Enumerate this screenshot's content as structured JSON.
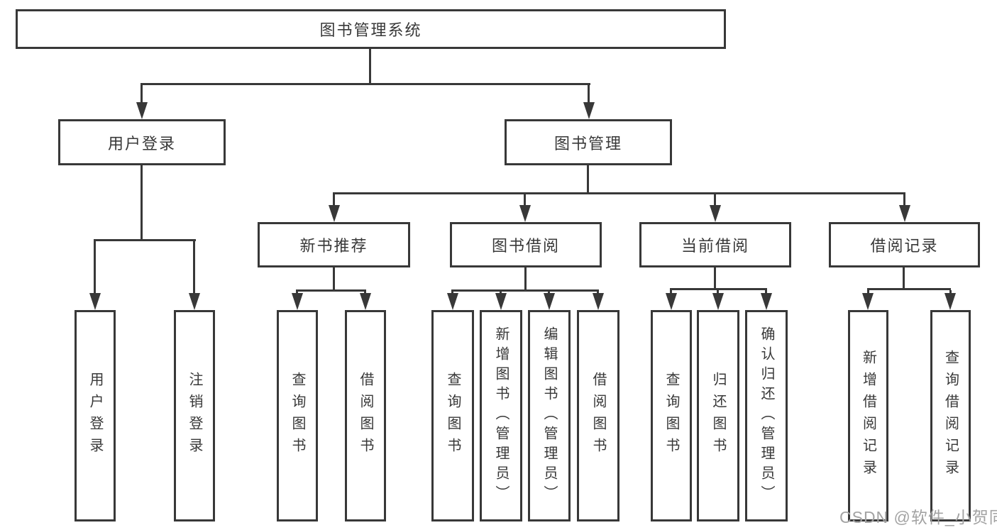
{
  "tree": {
    "root": "图书管理系统",
    "branches": [
      {
        "label": "用户登录",
        "children": [
          "用户登录",
          "注销登录"
        ]
      },
      {
        "label": "图书管理",
        "children": [
          {
            "label": "新书推荐",
            "children": [
              "查询图书",
              "借阅图书"
            ]
          },
          {
            "label": "图书借阅",
            "children": [
              "查询图书",
              "新增图书（管理员）",
              "编辑图书（管理员）",
              "借阅图书"
            ]
          },
          {
            "label": "当前借阅",
            "children": [
              "查询图书",
              "归还图书",
              "确认归还（管理员）"
            ]
          },
          {
            "label": "借阅记录",
            "children": [
              "新增借阅记录",
              "查询借阅记录"
            ]
          }
        ]
      }
    ]
  },
  "watermark": {
    "text": "CSDN @软件_小贺同学"
  },
  "colors": {
    "line": "#383838",
    "background": "#ffffff",
    "watermark": "#a3a3a3"
  }
}
